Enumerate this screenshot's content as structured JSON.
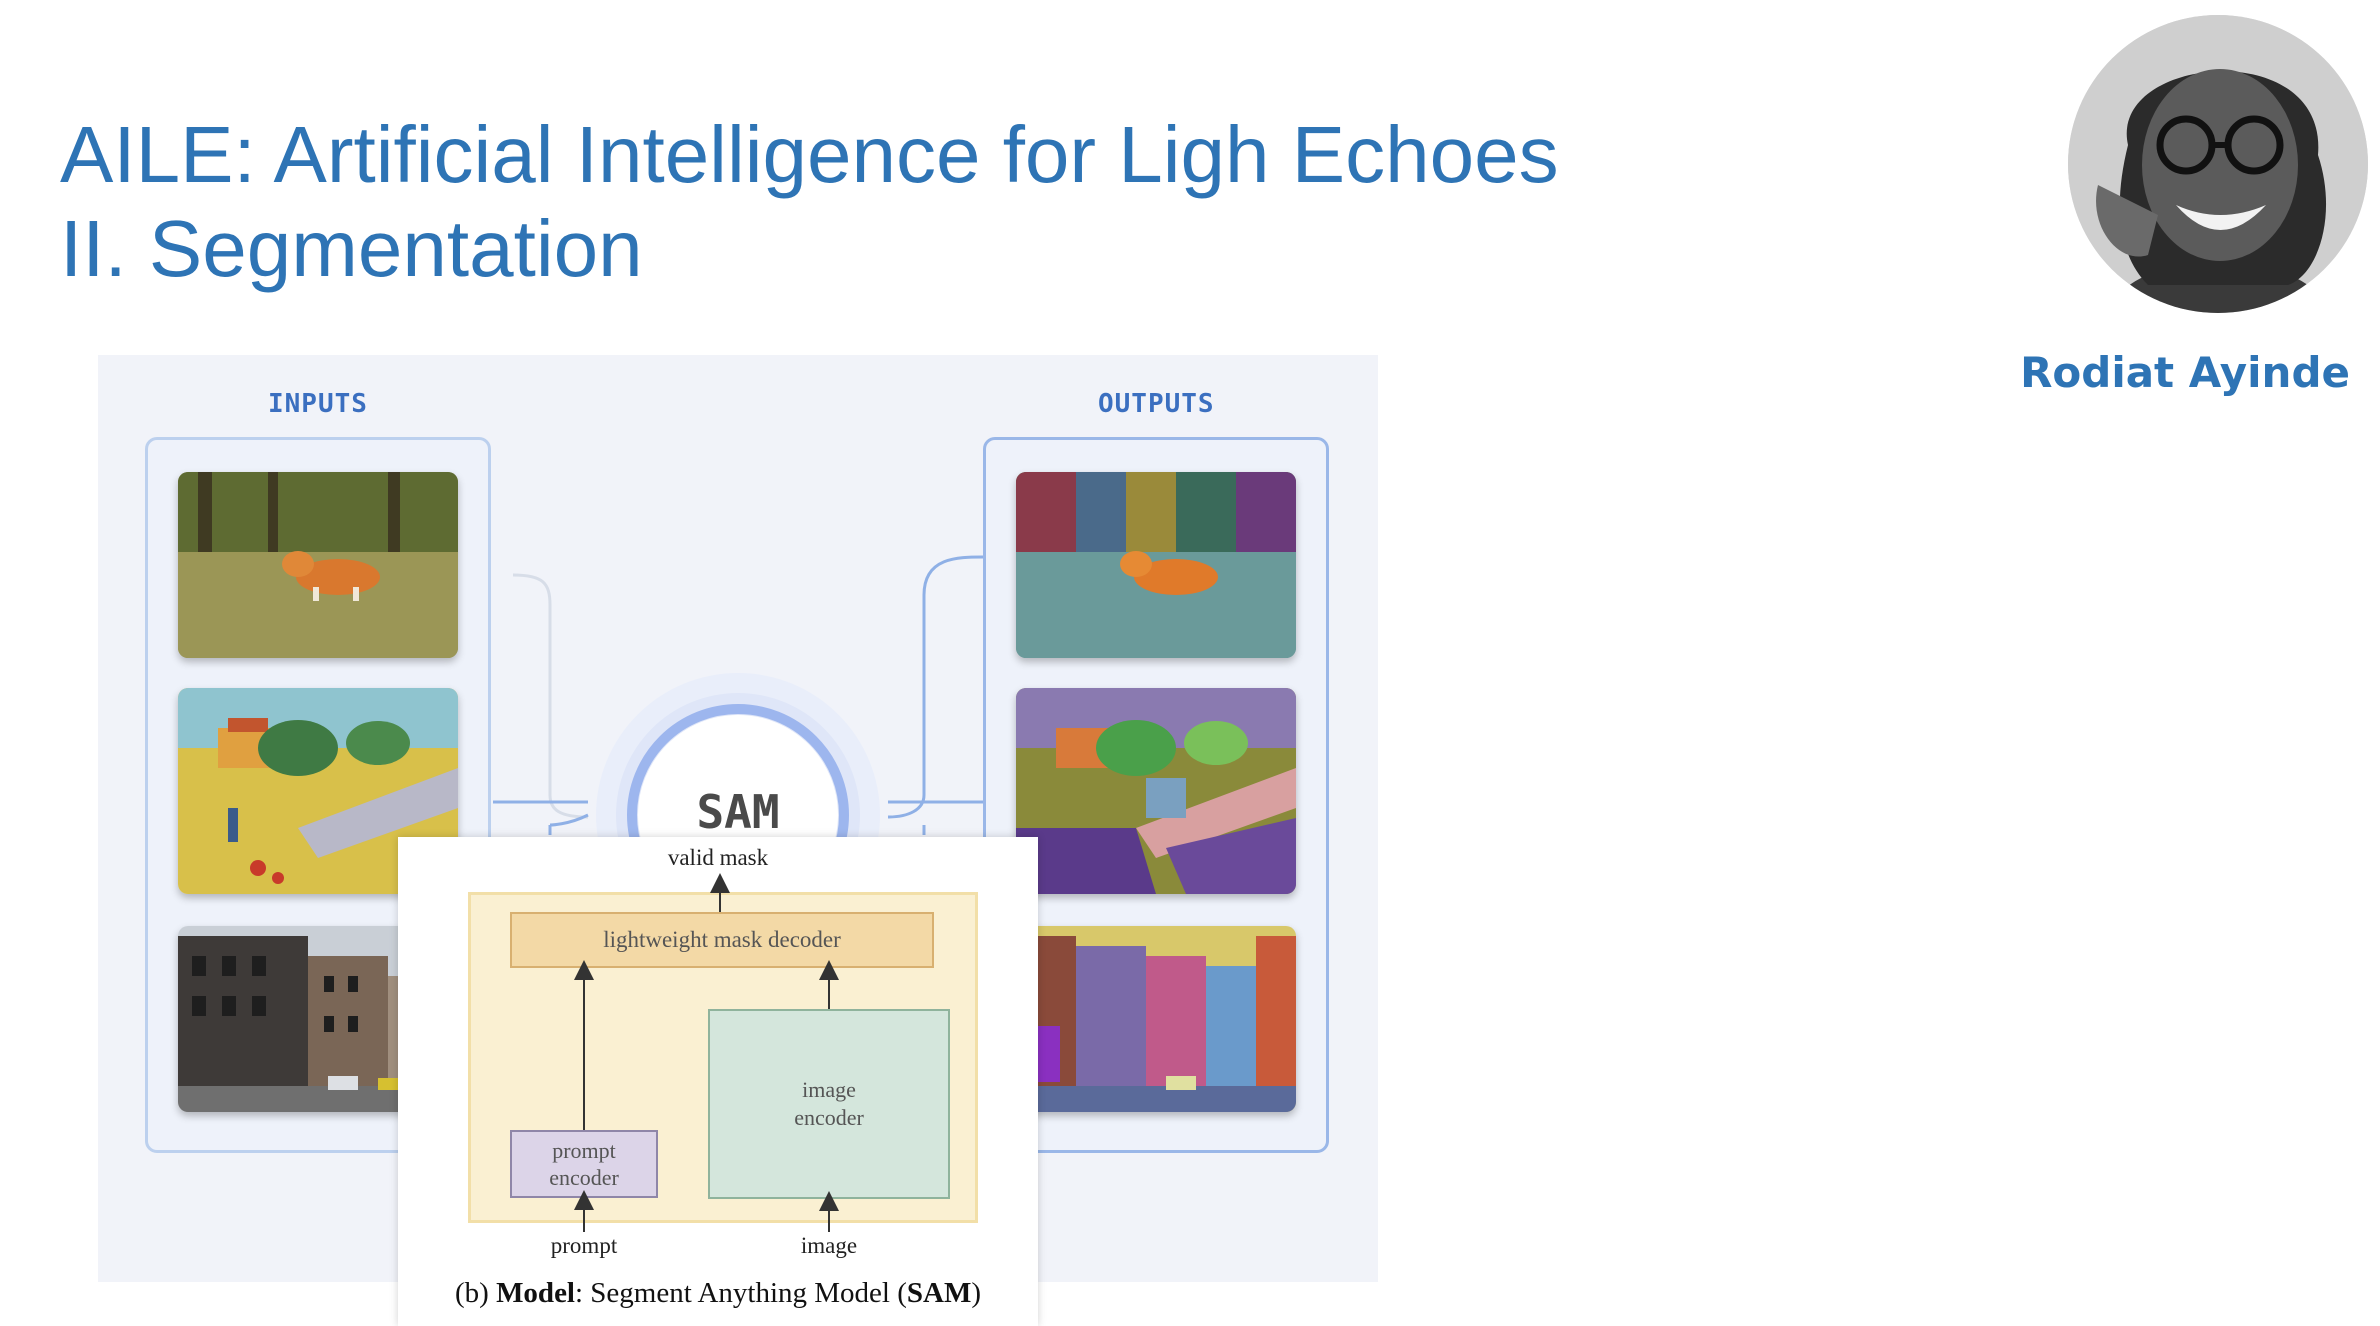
{
  "slide": {
    "title_line1": "AILE: Artificial Intelligence for Ligh Echoes",
    "title_line2": "II.  Segmentation",
    "speaker_name": "Rodiat Ayinde"
  },
  "diagram": {
    "inputs_label": "INPUTS",
    "outputs_label": "OUTPUTS",
    "center_label": "SAM"
  },
  "model_card": {
    "valid_mask": "valid mask",
    "decoder": "lightweight mask decoder",
    "image_encoder_line1": "image",
    "image_encoder_line2": "encoder",
    "prompt_encoder_line1": "prompt",
    "prompt_encoder_line2": "encoder",
    "prompt": "prompt",
    "image": "image",
    "caption_prefix": "(b) ",
    "caption_model": "Model",
    "caption_middle": ": Segment Anything Model (",
    "caption_sam": "SAM",
    "caption_suffix": ")"
  },
  "colors": {
    "title_blue": "#2e74b5",
    "diagram_blue": "#3b6fc0",
    "decoder_fill": "#f3d9a6",
    "prompt_encoder_fill": "#dcd4e8",
    "image_encoder_fill": "#d4e6dc"
  }
}
